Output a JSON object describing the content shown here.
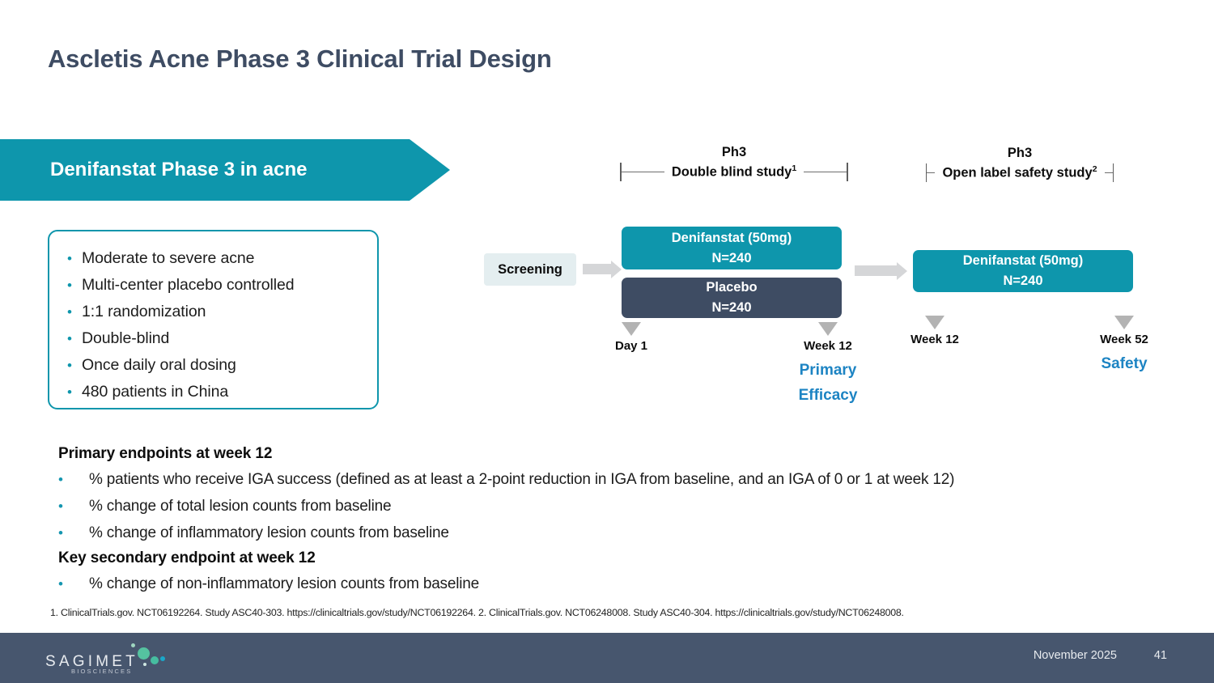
{
  "slide": {
    "title": "Ascletis Acne Phase 3 Clinical Trial Design",
    "banner_label": "Denifanstat Phase 3 in acne"
  },
  "design_card": {
    "bullets": [
      "Moderate to severe acne",
      "Multi-center placebo controlled",
      "1:1 randomization",
      "Double-blind",
      "Once daily oral dosing",
      "480 patients in China"
    ]
  },
  "diagram": {
    "phases": [
      {
        "ph3": "Ph3",
        "title": "Double blind study",
        "superscript": "1"
      },
      {
        "ph3": "Ph3",
        "title": "Open label safety study",
        "superscript": "2"
      }
    ],
    "screening_label": "Screening",
    "boxes": [
      {
        "line1": "Denifanstat (50mg)",
        "line2": "N=240",
        "arm": "treatment"
      },
      {
        "line1": "Placebo",
        "line2": "N=240",
        "arm": "placebo"
      },
      {
        "line1": "Denifanstat (50mg)",
        "line2": "N=240",
        "arm": "open-label"
      }
    ],
    "timeline": [
      {
        "label": "Day 1",
        "note": ""
      },
      {
        "label": "Week 12",
        "note_line1": "Primary",
        "note_line2": "Efficacy"
      },
      {
        "label": "Week 12",
        "note_line1": "",
        "note_line2": ""
      },
      {
        "label": "Week 52",
        "note_line1": "Safety",
        "note_line2": ""
      }
    ]
  },
  "endpoints": {
    "primary_heading": "Primary endpoints at week 12",
    "primary_bullets": [
      "% patients who receive IGA success (defined as at least a 2-point reduction in IGA from baseline, and an IGA of 0 or 1 at week 12)",
      "% change of total lesion counts from baseline",
      "% change of inflammatory lesion counts from baseline"
    ],
    "secondary_heading": "Key secondary endpoint at week 12",
    "secondary_bullets": [
      "% change of non-inflammatory lesion counts from baseline"
    ]
  },
  "footnote": "1. ClinicalTrials.gov. NCT06192264. Study ASC40-303. https://clinicaltrials.gov/study/NCT06192264. 2. ClinicalTrials.gov. NCT06248008. Study ASC40-304. https://clinicaltrials.gov/study/NCT06248008.",
  "footer": {
    "logo_wordmark": "SAGIMET",
    "logo_submark": "BIOSCIENCES",
    "date": "November 2025",
    "page_number": "41"
  },
  "colors": {
    "teal": "#0e96ac",
    "navy": "#3e4c63",
    "accent_blue": "#1d84c3",
    "screening_fill": "#e4eef0",
    "footer_bar": "#47566e",
    "arrow_grey": "#d5d6d8",
    "marker_grey": "#b3b3b3"
  }
}
